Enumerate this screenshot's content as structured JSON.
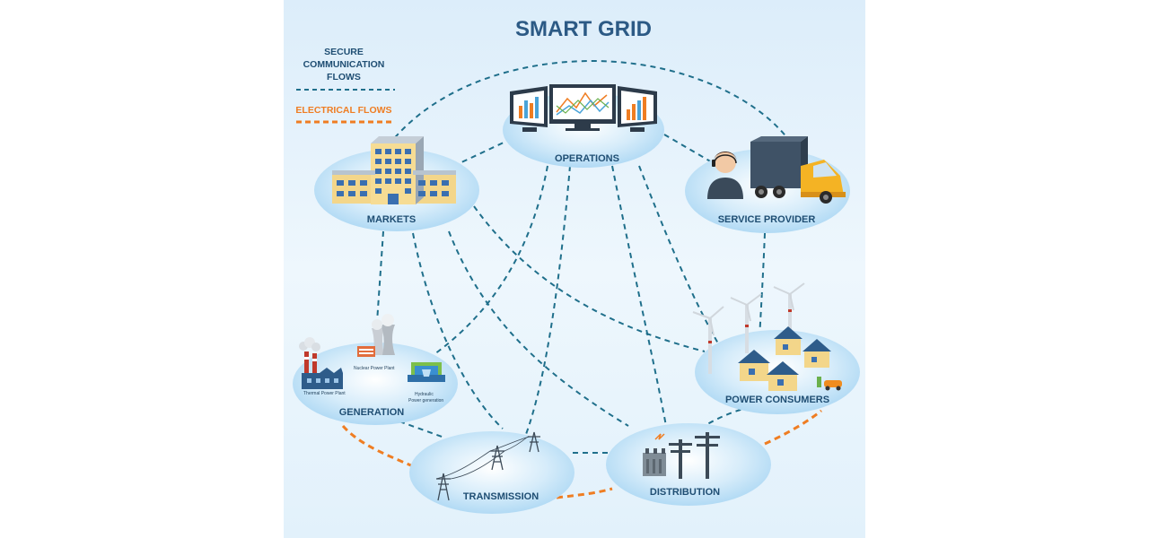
{
  "title": "SMART GRID",
  "legend": {
    "comm_lines": [
      "SECURE",
      "COMMUNICATION",
      "FLOWS"
    ],
    "electrical": "ELECTRICAL FLOWS"
  },
  "nodes": {
    "operations": "OPERATIONS",
    "markets": "MARKETS",
    "service_provider": "SERVICE PROVIDER",
    "generation": "GENERATION",
    "power_consumers": "POWER CONSUMERS",
    "transmission": "TRANSMISSION",
    "distribution": "DISTRIBUTION"
  },
  "generation_labels": {
    "thermal": "Thermal Power Plant",
    "nuclear": "Nuclear Power Plant",
    "hydro_1": "Hydraulic",
    "hydro_2": "Power generation"
  },
  "colors": {
    "communication": "#1f6f8b",
    "electrical": "#ef7d22",
    "title": "#2c5a85",
    "label": "#1f4e73"
  }
}
